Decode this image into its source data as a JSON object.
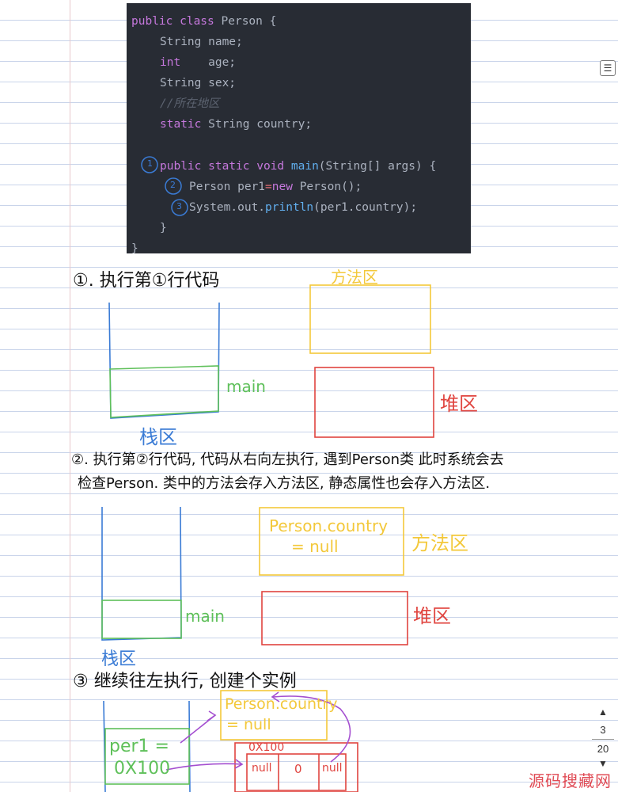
{
  "code": {
    "lines": [
      "public class Person {",
      "String name;",
      "int    age;",
      "String sex;",
      "//所在地区",
      "static String country;",
      "public static void main(String[] args) {",
      "Person per1=new Person();",
      "System.out.println(per1.country);",
      "}",
      "}"
    ]
  },
  "step1": {
    "title": "①. 执行第①行代码",
    "method_area": "方法区",
    "main": "main",
    "heap": "堆区",
    "stack": "栈区"
  },
  "step2": {
    "title_line1": "②. 执行第②行代码, 代码从右向左执行, 遇到Person类 此时系统会去",
    "title_line2": "检查Person. 类中的方法会存入方法区, 静态属性也会存入方法区.",
    "box_line1": "Person.country",
    "box_line2": "= null",
    "method_area": "方法区",
    "main": "main",
    "heap": "堆区",
    "stack": "栈区"
  },
  "step3": {
    "title": "③ 继续往左执行, 创建个实例",
    "box_line1": "Person.country",
    "box_line2": "= null",
    "stack_line1": "per1 =",
    "stack_line2": "0X100",
    "heap_addr": "0X100",
    "cells": [
      "null",
      "0",
      "null"
    ]
  },
  "markers": [
    "1",
    "2",
    "3"
  ],
  "pager": {
    "current": "3",
    "total": "20"
  },
  "icons": {
    "menu": "menu-icon",
    "up": "arrow-up-icon",
    "down": "arrow-down-icon"
  },
  "watermark": "源码搜藏网",
  "colors": {
    "blue": "#3a7bd5",
    "green": "#5fc05a",
    "yellow": "#f3c83a",
    "red": "#e0443f",
    "purple": "#a44fd0"
  }
}
